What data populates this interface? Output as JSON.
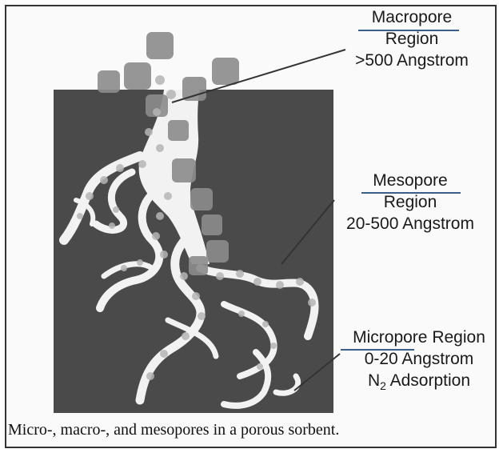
{
  "labels": {
    "macropore": {
      "heading": "Macropore",
      "line2": "Region",
      "line3": ">500 Angstrom"
    },
    "mesopore": {
      "heading": "Mesopore",
      "line2": "Region",
      "line3": "20-500 Angstrom"
    },
    "micropore": {
      "heading": "Micropore",
      "heading_suffix": " Region",
      "line2": "0-20 Angstrom",
      "line3_main": "N",
      "line3_sub": "2",
      "line3_rest": " Adsorption"
    }
  },
  "caption": "Micro-, macro-, and mesopores in a porous sorbent.",
  "colors": {
    "solid": "#4a4a4a",
    "pore": "#f2f2f2",
    "particle": "#8c8c8c",
    "small_particle": "#b5b5b5"
  }
}
